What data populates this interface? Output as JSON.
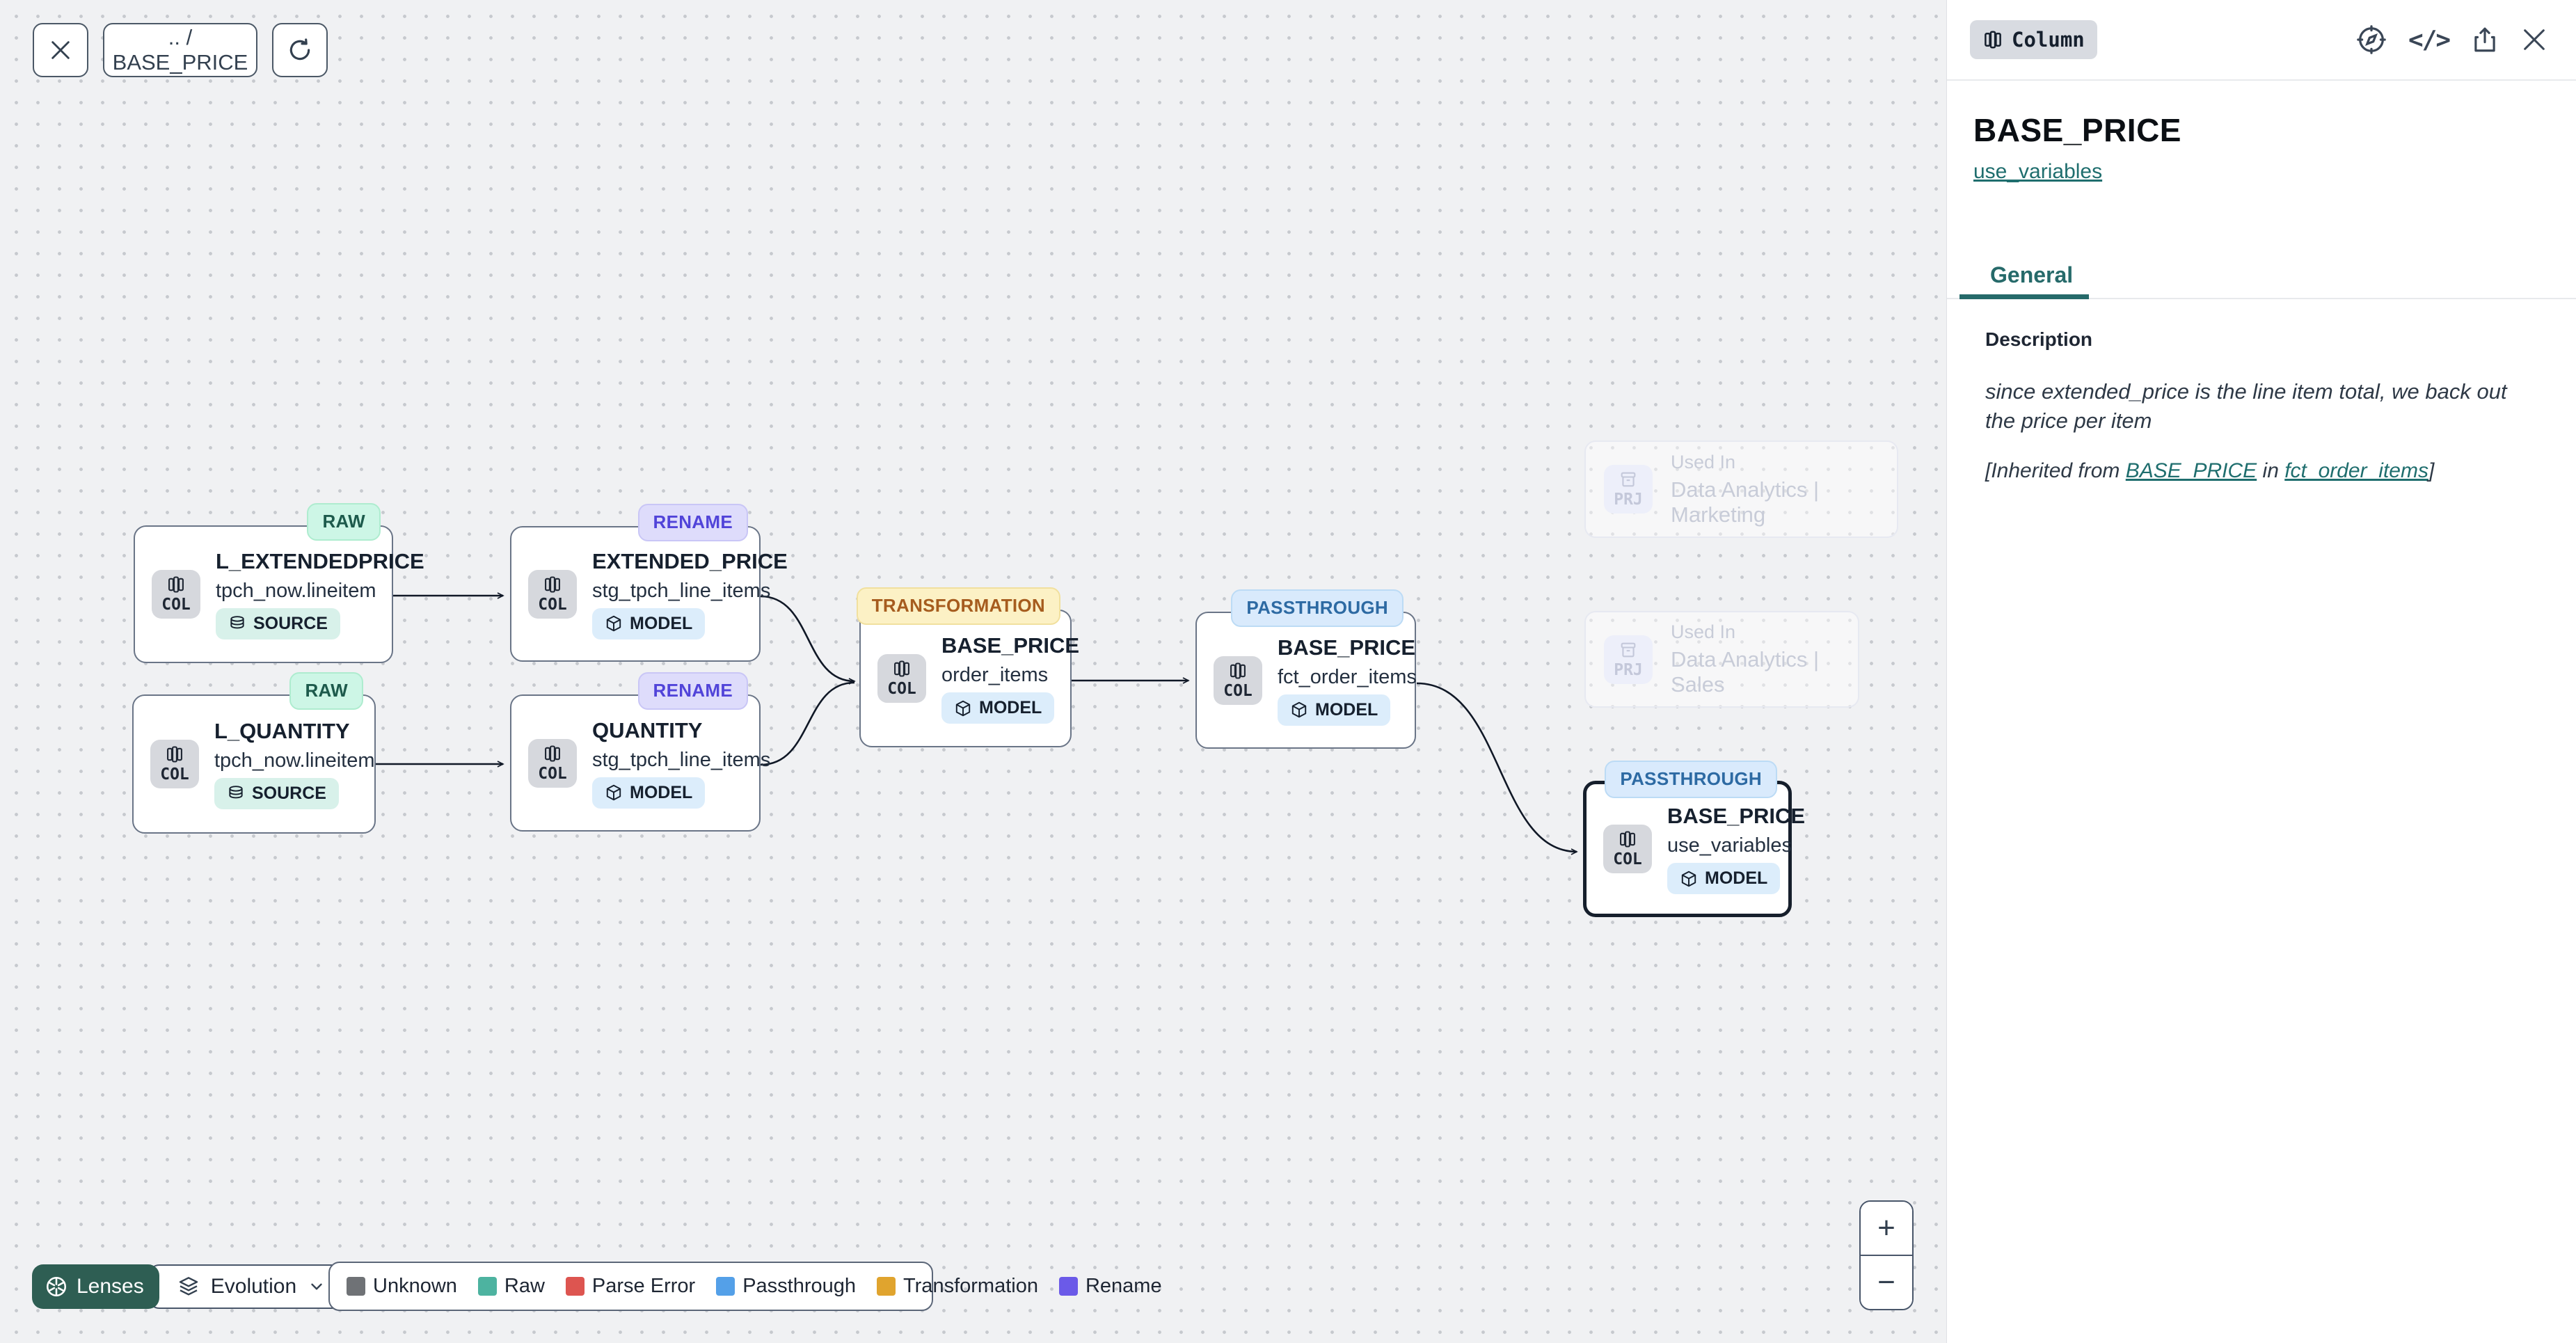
{
  "toolbar": {
    "breadcrumb": ".. / BASE_PRICE"
  },
  "panel": {
    "type_badge": "Column",
    "title": "BASE_PRICE",
    "subtitle_link": "use_variables",
    "tab_general": "General",
    "description": {
      "heading": "Description",
      "body": "since extended_price is the line item total, we back out the price per item",
      "inherited_prefix": "[Inherited from ",
      "inherited_link_column": "BASE_PRICE",
      "inherited_middle": " in ",
      "inherited_link_model": "fct_order_items",
      "inherited_suffix": "]"
    }
  },
  "canvas": {
    "chip_col": "COL",
    "chip_prj": "PRJ",
    "nodes": [
      {
        "title": "L_EXTENDEDPRICE",
        "subtitle": "tpch_now.lineitem",
        "lens": "RAW",
        "kind": "SOURCE"
      },
      {
        "title": "EXTENDED_PRICE",
        "subtitle": "stg_tpch_line_items",
        "lens": "RENAME",
        "kind": "MODEL"
      },
      {
        "title": "L_QUANTITY",
        "subtitle": "tpch_now.lineitem",
        "lens": "RAW",
        "kind": "SOURCE"
      },
      {
        "title": "QUANTITY",
        "subtitle": "stg_tpch_line_items",
        "lens": "RENAME",
        "kind": "MODEL"
      },
      {
        "title": "BASE_PRICE",
        "subtitle": "order_items",
        "lens": "TRANSFORMATION",
        "kind": "MODEL"
      },
      {
        "title": "BASE_PRICE",
        "subtitle": "fct_order_items",
        "lens": "PASSTHROUGH",
        "kind": "MODEL"
      },
      {
        "title": "BASE_PRICE",
        "subtitle": "use_variables",
        "lens": "PASSTHROUGH",
        "kind": "MODEL",
        "selected": true
      }
    ],
    "ghost_nodes": [
      {
        "label": "Used In",
        "name": "Data Analytics | Marketing"
      },
      {
        "label": "Used In",
        "name": "Data Analytics | Sales"
      }
    ]
  },
  "legend": {
    "lenses_label": "Lenses",
    "mode_label": "Evolution",
    "items": [
      {
        "label": "Unknown",
        "color": "#6f7276"
      },
      {
        "label": "Raw",
        "color": "#4db3a0"
      },
      {
        "label": "Parse Error",
        "color": "#dd5550"
      },
      {
        "label": "Passthrough",
        "color": "#54a0e8"
      },
      {
        "label": "Transformation",
        "color": "#e0a42e"
      },
      {
        "label": "Rename",
        "color": "#6b5ae8"
      }
    ]
  },
  "zoom_controls": {
    "zoom_in": "+",
    "zoom_out": "−"
  },
  "colors": {
    "accent_teal": "#266a6a",
    "lenses_button": "#2e5e53",
    "selected_border": "#161f2c"
  }
}
